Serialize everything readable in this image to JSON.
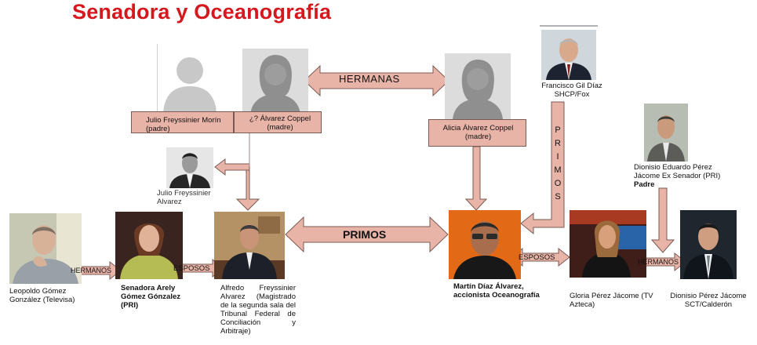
{
  "title": "Senadora y Oceanografía",
  "people": {
    "julio_padre": "Julio Freyssinier Morín (padre)",
    "alvarez_madre": "¿? Álvarez Coppel (madre)",
    "alicia": "Alicia Álvarez Coppel (madre)",
    "gil_diaz": "Francisco Gil Díaz SHCP/Fox",
    "dionisio_padre_name": "Dionisio Eduardo Pérez Jácome Ex Senador (PRI)",
    "dionisio_padre_role": "Padre",
    "julio_alvarez": "Julio Freyssinier Alvarez",
    "leopoldo": "Leopoldo Gómez González (Televisa)",
    "arely": "Senadora Arely Gómez Gónzalez (PRI)",
    "alfredo": "Alfredo Freyssinier Alvarez (Magistrado de la segunda sala del Tribunal Federal de Conciliación y Arbitraje)",
    "martin": "Martín Díaz Álvarez, accionista Oceanografía",
    "gloria": "Gloria Pérez Jácome (TV Azteca)",
    "dionisio_hijo": "Dionisio Pérez Jácome SCT/Calderón"
  },
  "relations": {
    "hermanas": "HERMANAS",
    "primos_top": "PRIMOS",
    "primos_vertical": [
      "P",
      "R",
      "I",
      "M",
      "O",
      "S"
    ],
    "hermanos_left": "HERMANOS",
    "esposos_left": "ESPOSOS",
    "esposos_right": "ESPOSOS",
    "hermanos_right": "HERMANOS"
  },
  "icons": {
    "placeholder": "person-silhouette-icon",
    "photo": "portrait-photo"
  },
  "colors": {
    "title": "#d6181e",
    "arrow_fill": "#e9b4a8",
    "arrow_stroke": "#7a5a55"
  }
}
